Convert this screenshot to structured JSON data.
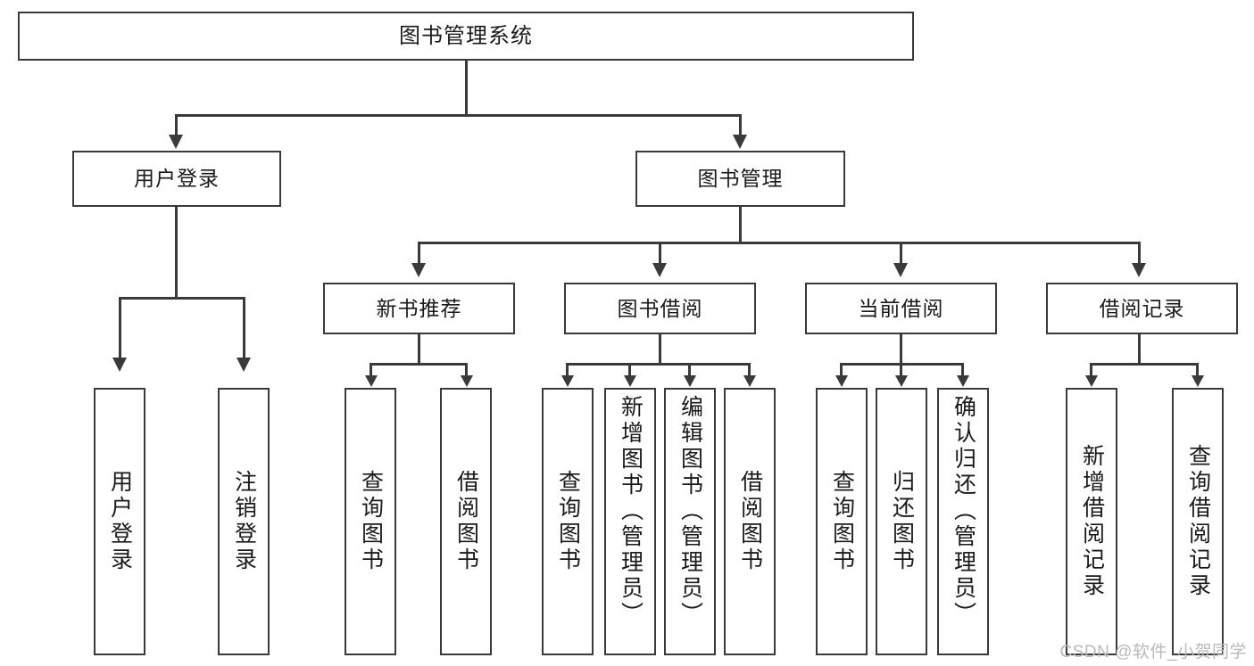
{
  "diagram": {
    "title": "图书管理系统",
    "type": "tree-hierarchy-diagram",
    "watermark": "CSDN @软件_小贺同学",
    "colors": {
      "stroke": "#3a3a3a",
      "fill": "#ffffff",
      "text": "#1a1a1a",
      "watermark": "#b9b9b9"
    },
    "root": {
      "label": "图书管理系统"
    },
    "level2": [
      {
        "label": "用户登录"
      },
      {
        "label": "图书管理"
      }
    ],
    "level3": [
      {
        "label": "新书推荐"
      },
      {
        "label": "图书借阅"
      },
      {
        "label": "当前借阅"
      },
      {
        "label": "借阅记录"
      }
    ],
    "leaves": {
      "user_login": [
        {
          "label": "用户登录"
        },
        {
          "label": "注销登录"
        }
      ],
      "new_book_recommend": [
        {
          "label": "查询图书"
        },
        {
          "label": "借阅图书"
        }
      ],
      "book_borrow": [
        {
          "label": "查询图书"
        },
        {
          "label": "新增图书（管理员）"
        },
        {
          "label": "编辑图书（管理员）"
        },
        {
          "label": "借阅图书"
        }
      ],
      "current_borrow": [
        {
          "label": "查询图书"
        },
        {
          "label": "归还图书"
        },
        {
          "label": "确认归还（管理员）"
        }
      ],
      "borrow_records": [
        {
          "label": "新增借阅记录"
        },
        {
          "label": "查询借阅记录"
        }
      ]
    }
  }
}
